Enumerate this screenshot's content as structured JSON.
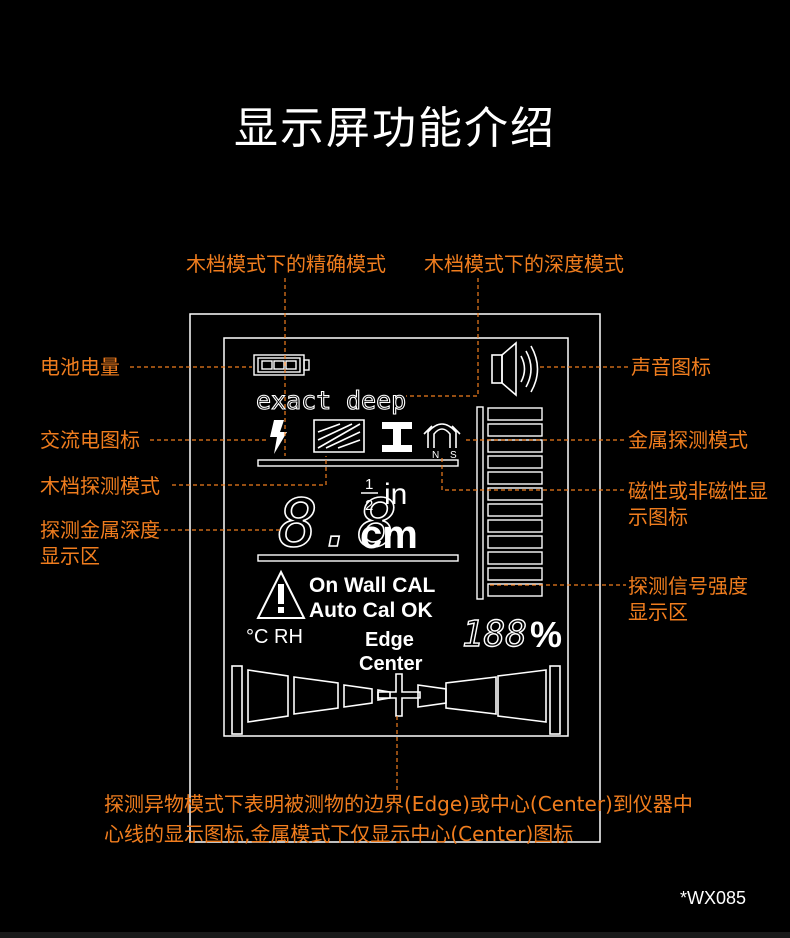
{
  "title": "显示屏功能介绍",
  "model": "*WX085",
  "labels": {
    "wood_fine": "木档模式下的精确模式",
    "wood_deep": "木档模式下的深度模式",
    "battery": "电池电量",
    "sound": "声音图标",
    "ac": "交流电图标",
    "metal_mode": "金属探测模式",
    "wood_mode": "木档探测模式",
    "magnetic": "磁性或非磁性显示图标",
    "metal_depth": "探测金属深度显示区",
    "signal": "探测信号强度显示区",
    "bottom": "探测异物模式下表明被测物的边界(Edge)或中心(Center)到仪器中心线的显示图标,金属模式下仅显示中心(Center)图标"
  },
  "lcd": {
    "exact": "exact",
    "deep": "deep",
    "fraction_num": "1",
    "fraction_den": "2",
    "unit_in": "in",
    "unit_cm": "cm",
    "depth_digits": "8.8",
    "onwall": "On Wall CAL",
    "autocal": "Auto Cal OK",
    "temp": "°C RH",
    "percent_digits": "188",
    "percent": "%",
    "edge": "Edge",
    "center": "Center",
    "magnet_n": "N",
    "magnet_s": "S",
    "signal_bars": 12
  }
}
